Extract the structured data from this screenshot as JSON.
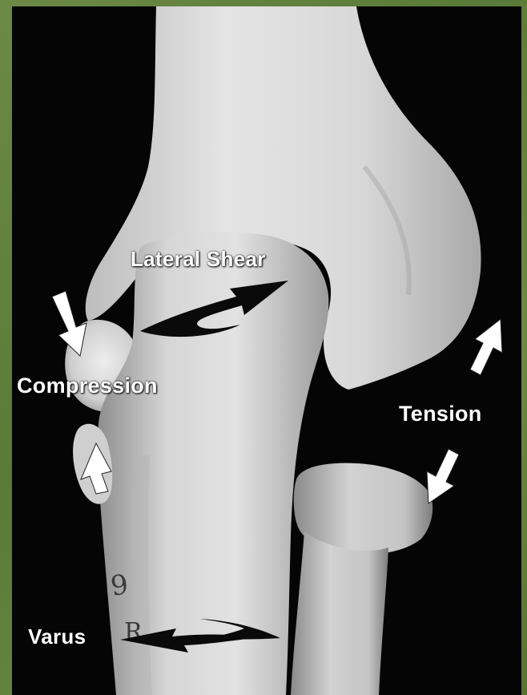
{
  "image": {
    "subject": "elbow-bones-photo"
  },
  "labels": {
    "lateral_shear": "Lateral Shear",
    "compression": "Compression",
    "tension": "Tension",
    "varus": "Varus"
  },
  "colors": {
    "border_green": "#5f7d3c",
    "background": "#050505",
    "bone_light": "#ececec",
    "bone_shadow": "#9a9a9a",
    "label": "#ffffff",
    "force_arrow_white": "#ffffff",
    "shear_arrow_black": "#0a0a0a"
  },
  "icons": {
    "compression_arrows": "down-right-arrow-icon, up-arrow-icon",
    "tension_arrows": "up-right-arrow-icon, down-left-arrow-icon",
    "shear_arrow": "curved-black-arrow-icon",
    "varus_arrow": "curved-black-arrow-icon"
  }
}
